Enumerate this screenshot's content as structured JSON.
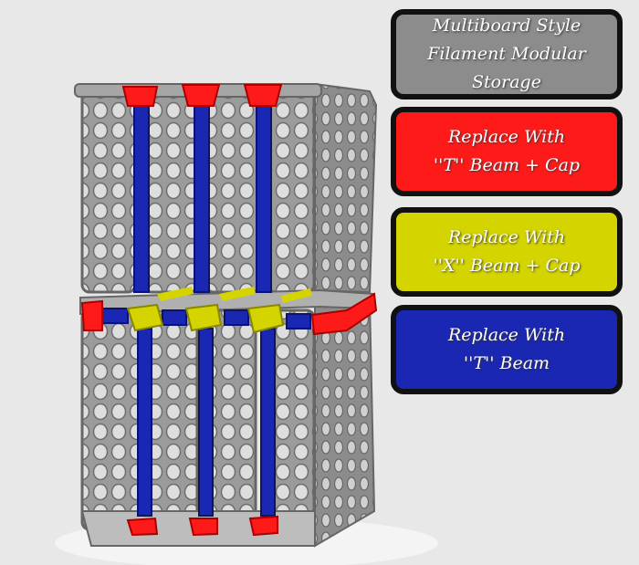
{
  "colors": {
    "background": "#e8e8e8",
    "frame_gray": "#8f8f8f",
    "title_box": "#8c8c8c",
    "red": "#ff1a1a",
    "yellow": "#d4d400",
    "blue": "#1a27b3",
    "border": "#111111"
  },
  "legend": [
    {
      "line1": "Multiboard Style",
      "line2": "Filament Modular Storage"
    },
    {
      "line1": "Replace With",
      "line2": "''T'' Beam + Cap"
    },
    {
      "line1": "Replace With",
      "line2": "''X'' Beam + Cap"
    },
    {
      "line1": "Replace With",
      "line2": "''T'' Beam"
    }
  ]
}
